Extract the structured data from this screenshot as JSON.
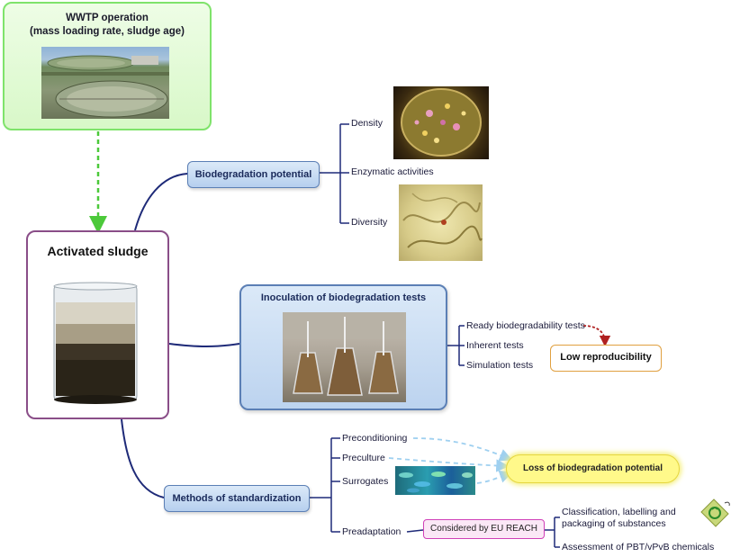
{
  "wwtp": {
    "title_line1": "WWTP operation",
    "title_line2": "(mass loading rate, sludge age)"
  },
  "sludge": {
    "title": "Activated sludge"
  },
  "biodegradation_potential": {
    "label": "Biodegradation potential",
    "items": [
      "Density",
      "Enzymatic activities",
      "Diversity"
    ]
  },
  "inoculation": {
    "title": "Inoculation of biodegradation tests",
    "tests": [
      "Ready biodegradability tests",
      "Inherent tests",
      "Simulation tests"
    ],
    "outcome": "Low reproducibility"
  },
  "standardization": {
    "label": "Methods of standardization",
    "methods": [
      "Preconditioning",
      "Preculture",
      "Surrogates",
      "Preadaptation"
    ],
    "outcome": "Loss of biodegradation potential",
    "reach_label": "Considered by EU REACH",
    "reach_items": [
      [
        "Classification, labelling and",
        "packaging of substances"
      ],
      [
        "Assessment of PBT/vPvB chemicals"
      ]
    ]
  },
  "colors": {
    "branch_line": "#1e2a78",
    "wwtp_arrow": "#4cc93a",
    "dashed_arrow": "#9fd0f0",
    "red_arrow": "#b02020",
    "reach_line": "#c030a0"
  },
  "icons": [
    "recycle-tag-icon"
  ]
}
